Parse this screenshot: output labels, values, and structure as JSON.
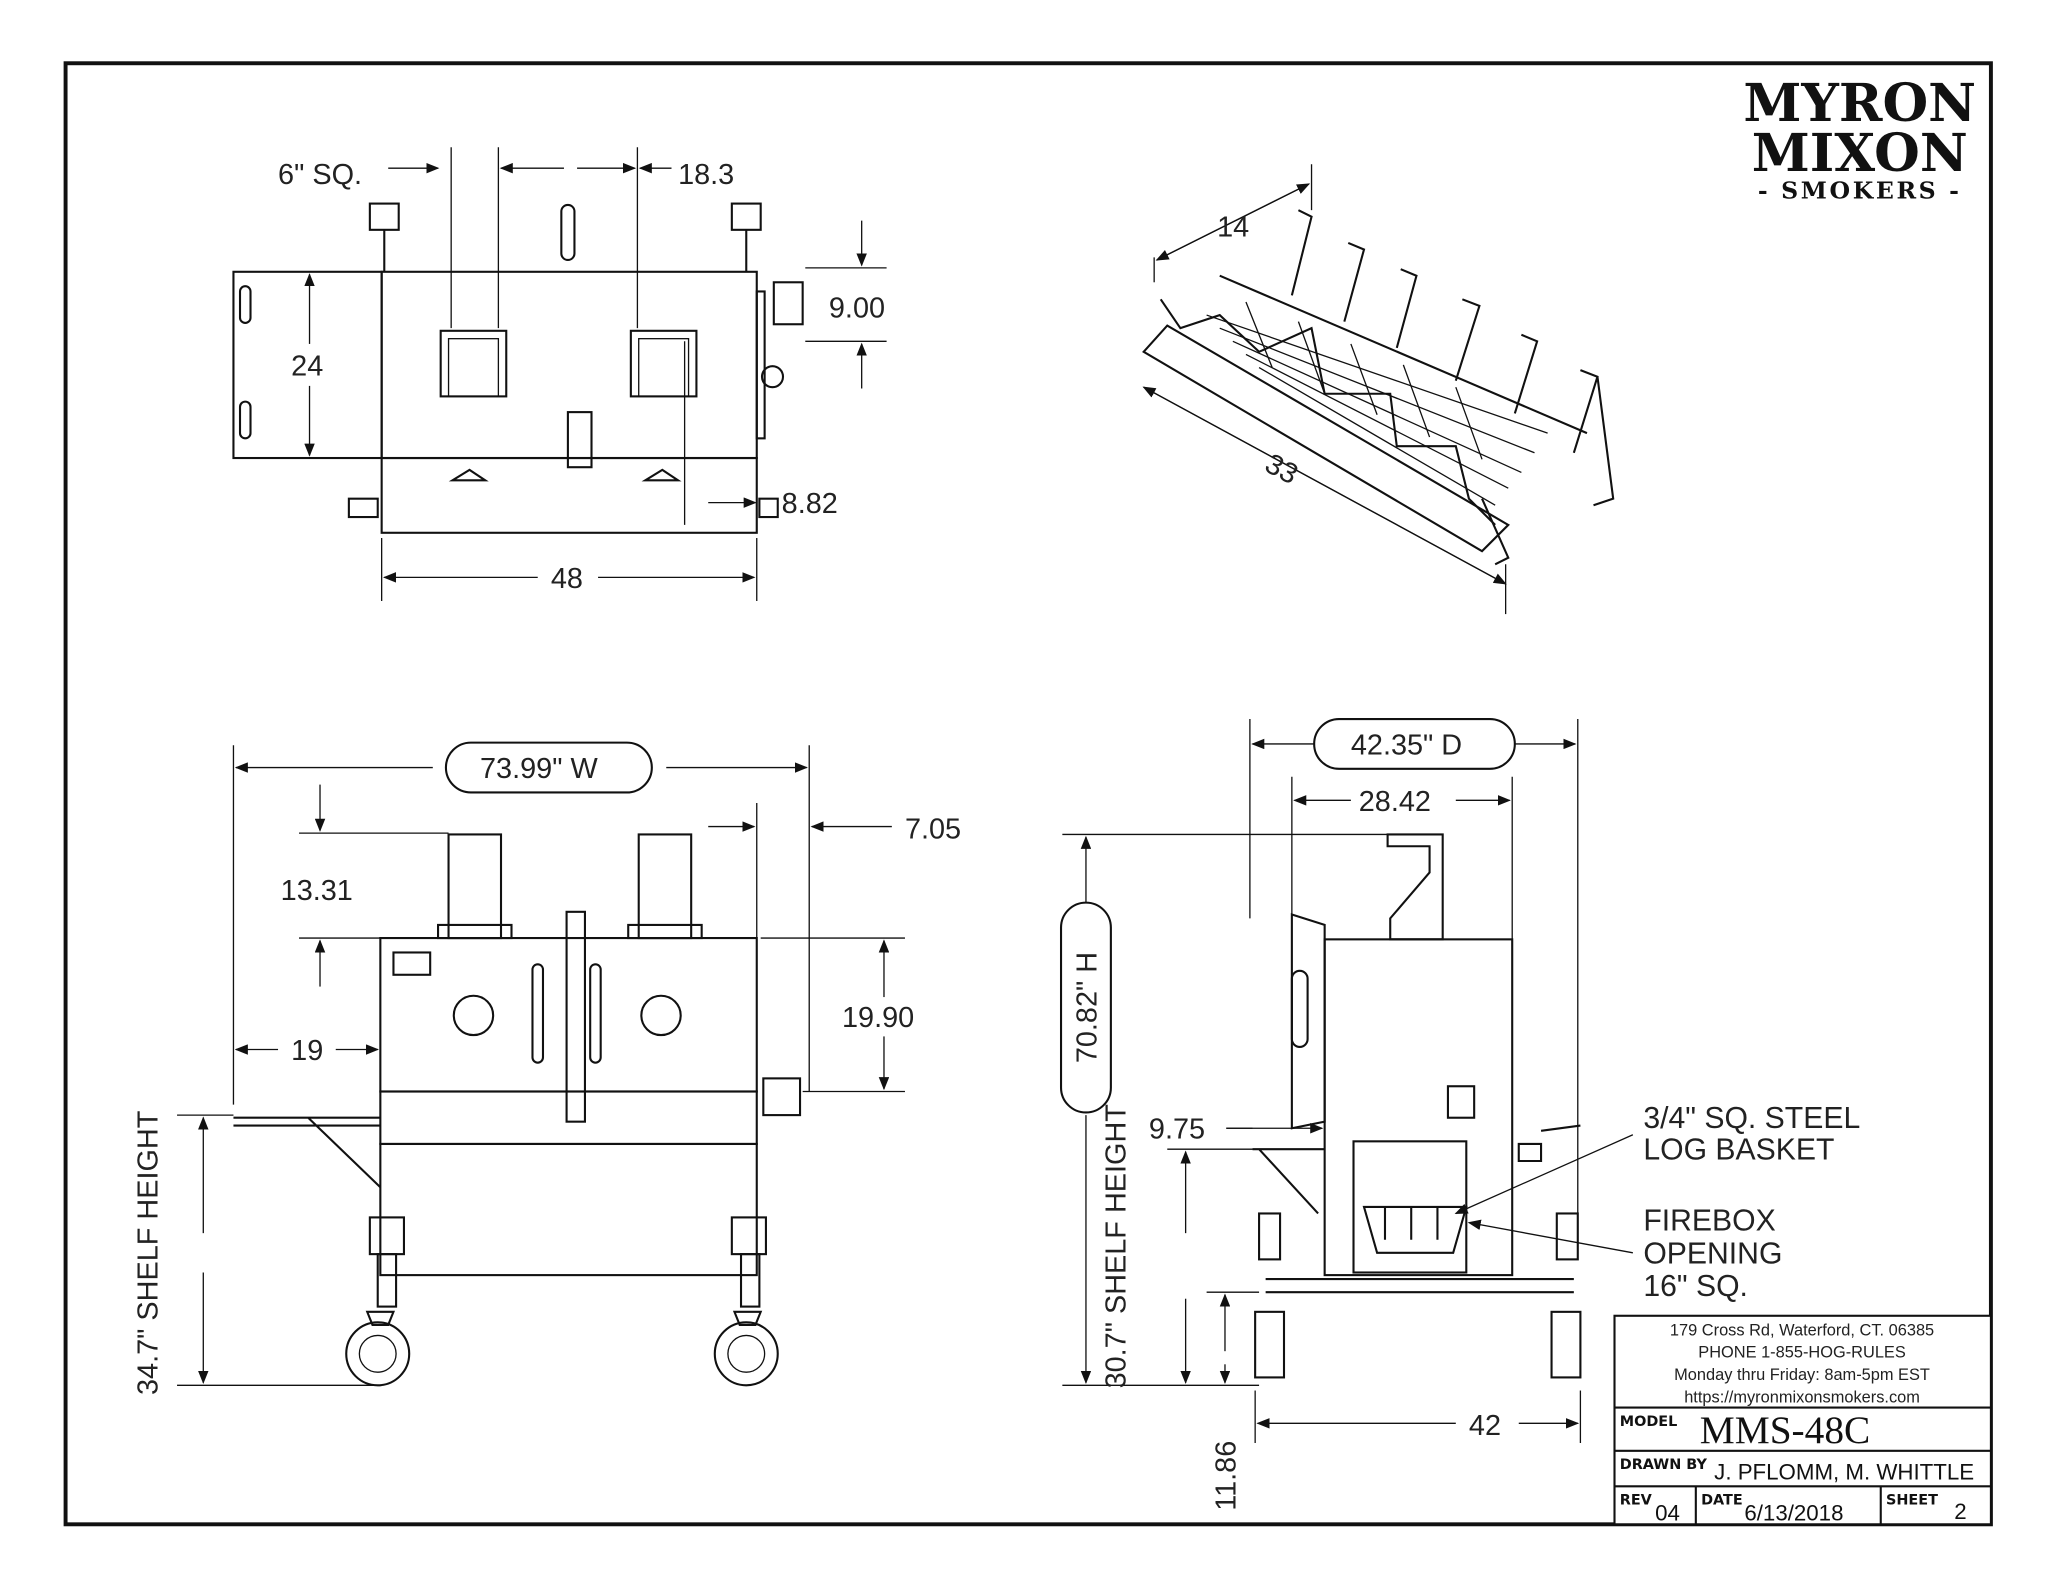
{
  "logo": {
    "line1": "MYRON",
    "line2": "MIXON",
    "line3": "- SMOKERS -"
  },
  "top_view": {
    "sq": "6\" SQ.",
    "spacing": "18.3",
    "box": "9.00",
    "depth": "24",
    "offset": "8.82",
    "width": "48"
  },
  "grate_view": {
    "width": "14",
    "length": "33"
  },
  "front_view": {
    "overall_width": "73.99\" W",
    "right_offset": "7.05",
    "stack_height": "13.31",
    "body_height": "19.90",
    "shelf_len": "19",
    "shelf_height": "34.7\" SHELF HEIGHT"
  },
  "side_view": {
    "depth": "42.35\" D",
    "inner_depth": "28.42",
    "height": "70.82\" H",
    "shelf_len": "9.75",
    "shelf_height": "30.7\" SHELF HEIGHT",
    "base": "42",
    "ground": "11.86",
    "log_basket": [
      "3/4\" SQ. STEEL",
      "LOG BASKET"
    ],
    "firebox": [
      "FIREBOX",
      "OPENING",
      "16\" SQ."
    ]
  },
  "title_block": {
    "address": "179 Cross Rd, Waterford, CT. 06385",
    "phone": "PHONE 1-855-HOG-RULES",
    "hours": "Monday thru Friday: 8am-5pm EST",
    "website": "https://myronmixonsmokers.com",
    "model_label": "MODEL",
    "model": "MMS-48C",
    "drawn_label": "DRAWN BY",
    "drawn": "J. PFLOMM, M. WHITTLE",
    "rev_label": "REV",
    "rev": "04",
    "date_label": "DATE",
    "date": "6/13/2018",
    "sheet_label": "SHEET",
    "sheet": "2"
  }
}
